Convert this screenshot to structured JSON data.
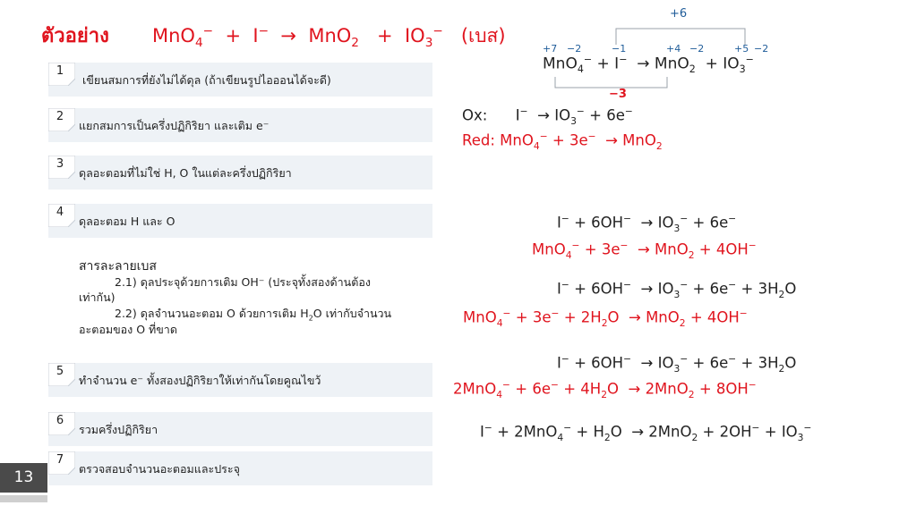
{
  "title": {
    "label": "ตัวอย่าง",
    "equation": "MnO₄⁻ + I⁻ → MnO₂ + IO₃⁻",
    "condition": "(เบส)"
  },
  "diagram": {
    "top_change": "+6",
    "bottom_change": "−3",
    "ox_states": [
      "+7",
      "−2",
      "−1",
      "+4",
      "−2",
      "+5",
      "−2"
    ]
  },
  "steps": [
    {
      "num": "1",
      "text": "เขียนสมการที่ยังไม่ได้ดุล (ถ้าเขียนรูปไอออนได้จะดี)"
    },
    {
      "num": "2",
      "text": "แยกสมการเป็นครึ่งปฏิกิริยา และเติม e⁻"
    },
    {
      "num": "3",
      "text": "ดุลอะตอมที่ไม่ใช่ H, O ในแต่ละครึ่งปฏิกิริยา"
    },
    {
      "num": "4",
      "text": "ดุลอะตอม H และ O"
    },
    {
      "num": "5",
      "text": "ทำจำนวน e⁻ ทั้งสองปฏิกิริยาให้เท่ากันโดยคูณไขว้"
    },
    {
      "num": "6",
      "text": "รวมครึ่งปฏิกิริยา"
    },
    {
      "num": "7",
      "text": "ตรวจสอบจำนวนอะตอมและประจุ"
    }
  ],
  "base_note": {
    "heading": "สารละลายเบส",
    "line1": "2.1) ดุลประจุด้วยการเติม OH⁻ (ประจุทั้งสองด้านต้อง",
    "line1b": "เท่ากัน)",
    "line2a": "2.2) ดุลจำนวนอะตอม O ด้วยการเติม H",
    "line2sub": "2",
    "line2b": "O เท่ากับจำนวน",
    "line2c": "อะตอมของ O ที่ขาด"
  },
  "labels": {
    "ox": "Ox:",
    "red": "Red:"
  },
  "page_number": "13",
  "colors": {
    "red": "#e0141e",
    "blue": "#1f5c99",
    "step_bg": "#eef2f6"
  }
}
